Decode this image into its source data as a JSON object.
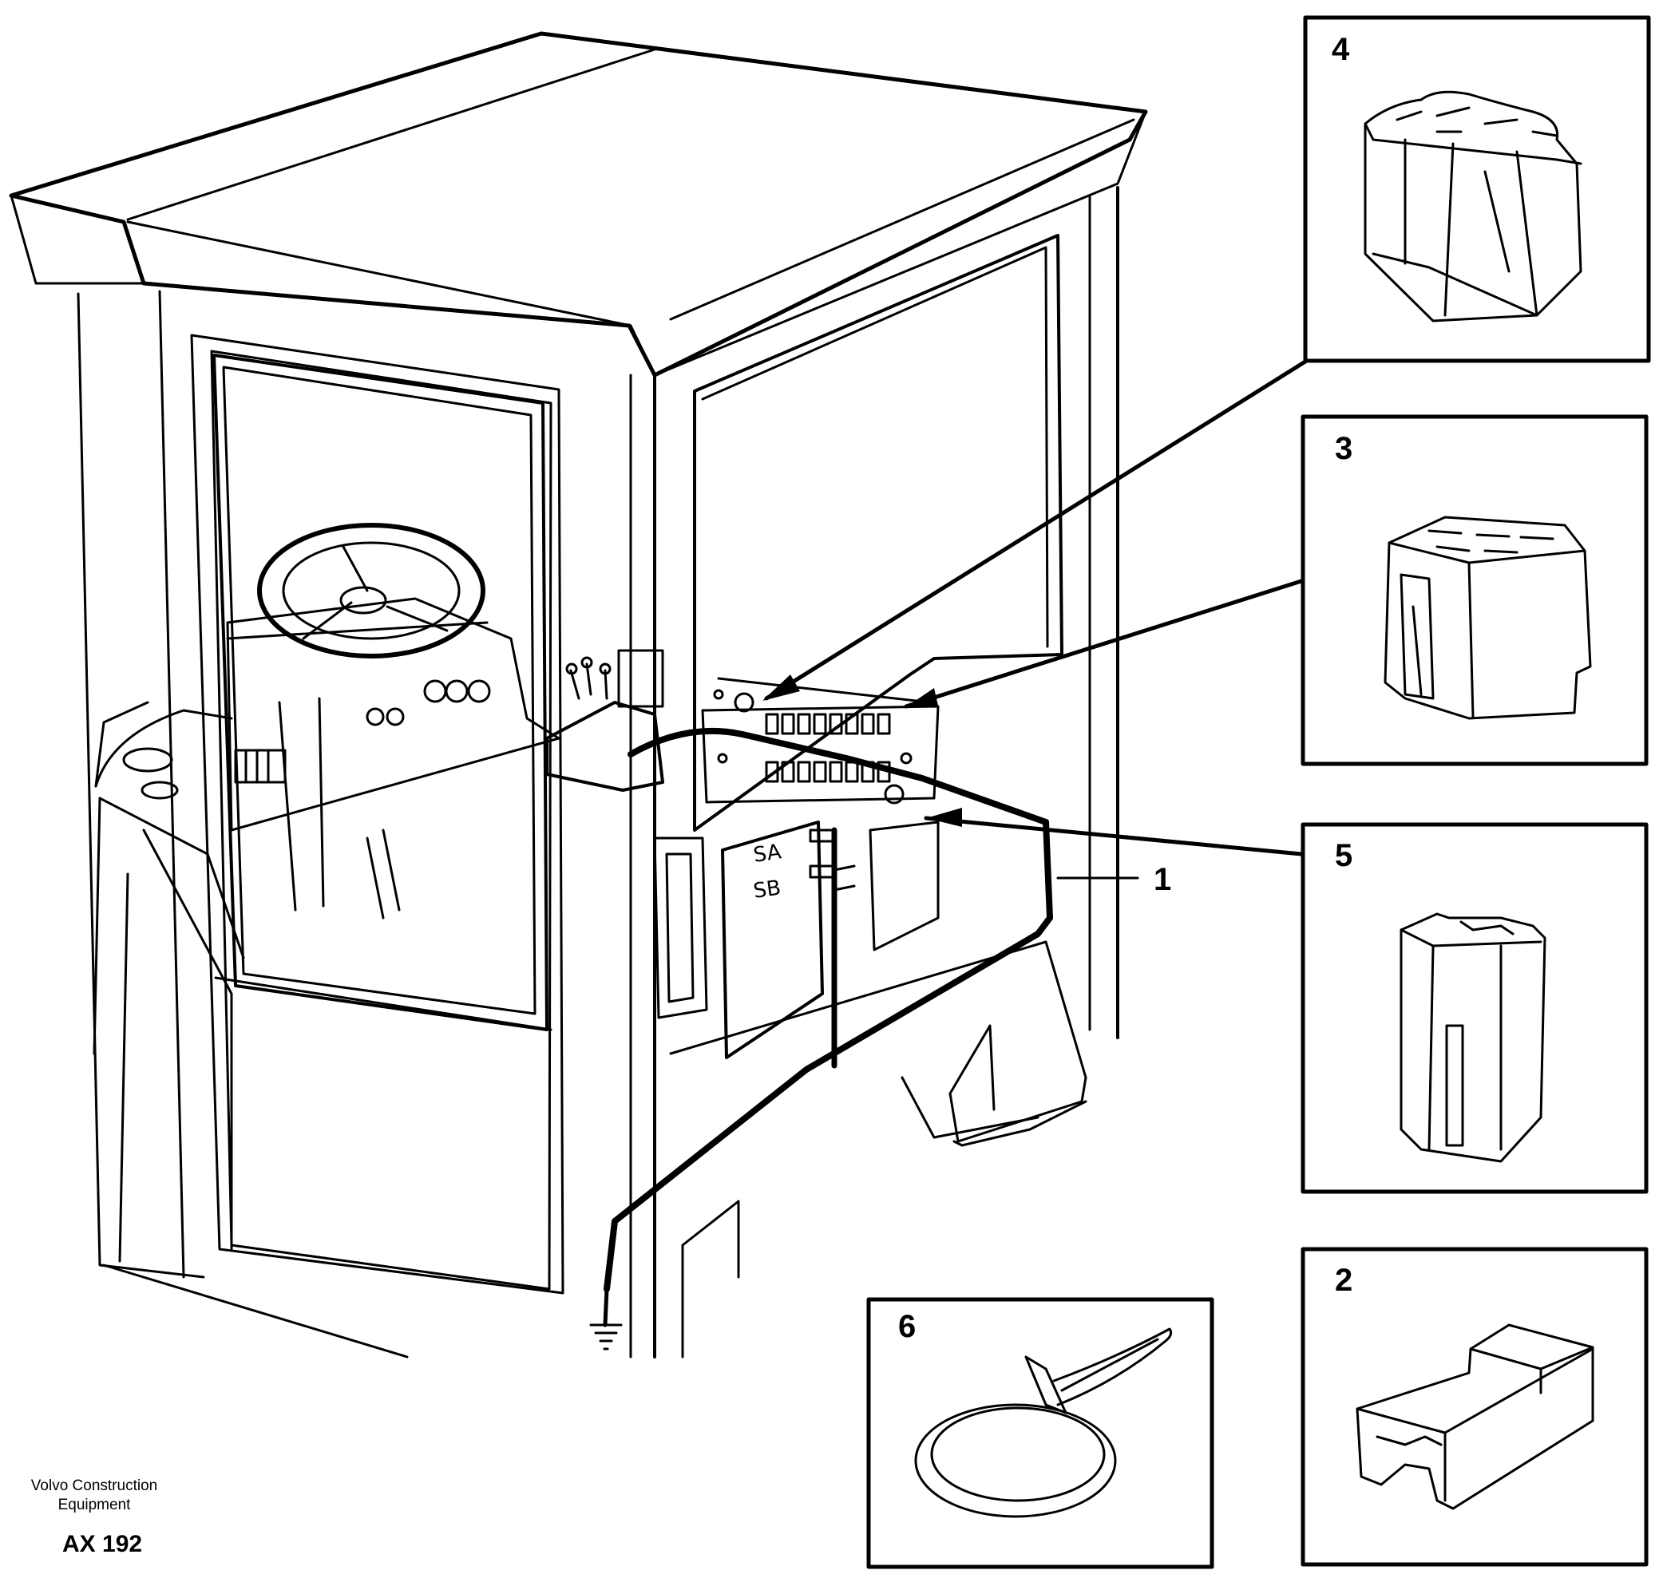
{
  "callouts": {
    "harness": "1"
  },
  "connector_labels": {
    "sa": "SA",
    "sb": "SB"
  },
  "boxes": [
    {
      "id": "box-4",
      "label": "4",
      "part": "multi-pin connector housing"
    },
    {
      "id": "box-3",
      "label": "3",
      "part": "connector block"
    },
    {
      "id": "box-5",
      "label": "5",
      "part": "connector housing"
    },
    {
      "id": "box-6",
      "label": "6",
      "part": "cable tie"
    },
    {
      "id": "box-2",
      "label": "2",
      "part": "connector"
    }
  ],
  "footer": {
    "credit": "Volvo Construction Equipment",
    "code": "AX 192"
  },
  "colors": {
    "line": "#000000",
    "background": "#ffffff"
  }
}
